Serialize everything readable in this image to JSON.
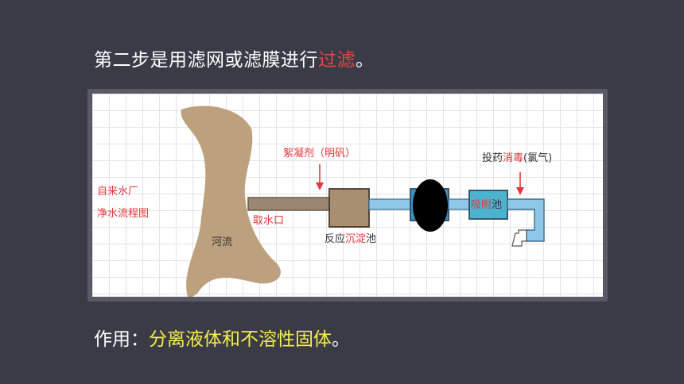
{
  "heading": {
    "prefix": "第二步是用滤网或滤膜进行",
    "highlight": "过滤",
    "suffix": "。"
  },
  "diagram": {
    "title_line1": "自来水厂",
    "title_line2": "净水流程图",
    "river": "河流",
    "intake": "取水口",
    "coagulant": "絮凝剂（明矾）",
    "settling_prefix": "反应",
    "settling_red": "沉淀",
    "settling_suffix": "池",
    "adsorption_red": "吸附",
    "adsorption_suffix": "池",
    "disinfect_prefix": "投药",
    "disinfect_red": "消毒",
    "disinfect_suffix": "(氯气)"
  },
  "purpose": {
    "label": "作用：",
    "text": "分离液体和不溶性固体",
    "end": "。"
  },
  "colors": {
    "background": "#3b3b48",
    "highlight_red": "#e2483c",
    "highlight_yellow": "#f3f04a",
    "river": "#bda07e",
    "pipe_brown": "#9b8672",
    "pipe_blue": "#8ec7e8",
    "tank": "#a88f72",
    "adsorption_tank": "#4cb3cf"
  }
}
